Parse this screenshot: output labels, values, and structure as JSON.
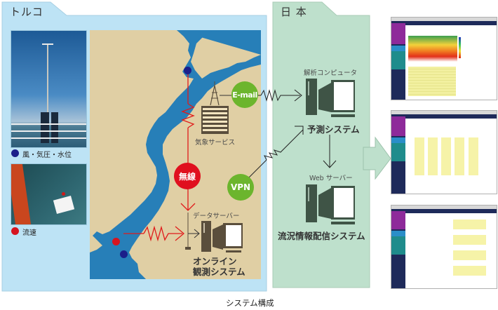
{
  "caption": "システム構成",
  "regions": {
    "turkey": {
      "title": "トルコ",
      "color": "#bde3f5"
    },
    "japan": {
      "title": "日 本",
      "color": "#bee0cc"
    }
  },
  "legend": [
    {
      "label": "風・気圧・水位",
      "color": "#1b1f8a"
    },
    {
      "label": "流速",
      "color": "#d6141f"
    }
  ],
  "turkey": {
    "weather_service": "気象サービス",
    "data_server": "データサーバー",
    "online_system_line1": "オンライン",
    "online_system_line2": "観測システム",
    "radio_badge": "無線",
    "email_badge": "E-mail",
    "vpn_badge": "VPN"
  },
  "japan": {
    "analysis_computer": "解析コンピュータ",
    "prediction_system": "予測システム",
    "web_server": "Web サーバー",
    "distribution_system": "流況情報配信システム"
  },
  "colors": {
    "map_land": "#e0cfa4",
    "map_sea": "#277fb8",
    "badge_green": "#6cb52d",
    "badge_red": "#e0101e",
    "computer_turkey": "#5a4e3c",
    "computer_japan": "#3f5446",
    "wire_red": "#e01a1a",
    "arrow_fill": "#bee0cc"
  },
  "screenshots": [
    {
      "name": "contour-chart-screen"
    },
    {
      "name": "profile-chart-screen"
    },
    {
      "name": "timeseries-chart-screen"
    }
  ]
}
